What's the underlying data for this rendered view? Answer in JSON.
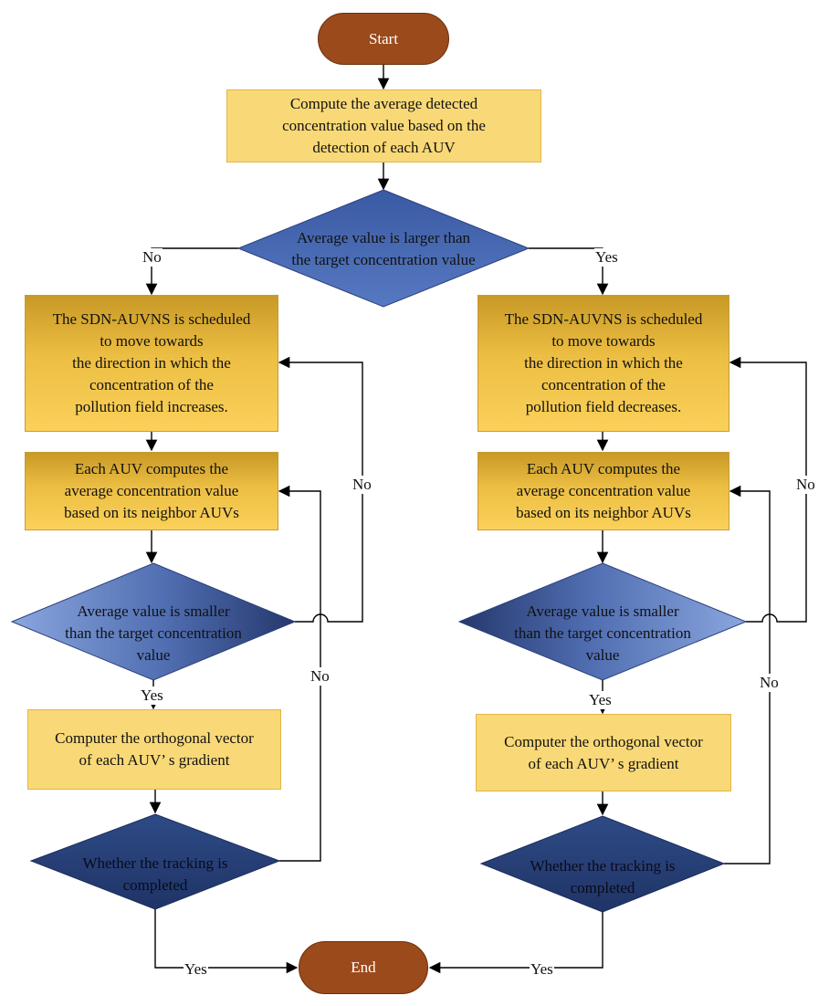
{
  "nodes": {
    "start": "Start",
    "compute_avg": "Compute the average detected\nconcentration value based on the\ndetection of each AUV",
    "decision_top": "Average value is larger than\nthe target concentration value",
    "left_schedule": "The SDN-AUVNS is scheduled\nto move towards\nthe direction in which the\nconcentration of the\npollution field increases.",
    "right_schedule": "The SDN-AUVNS is scheduled\nto move towards\nthe direction in which the\nconcentration of the\npollution field decreases.",
    "left_each_auv": "Each AUV computes the\naverage concentration value\nbased on its neighbor AUVs",
    "right_each_auv": "Each AUV computes the\naverage concentration value\nbased on its neighbor AUVs",
    "left_smaller": "Average value is smaller\nthan the target concentration\nvalue",
    "right_smaller": "Average value is smaller\nthan the target concentration\nvalue",
    "left_orthogonal": "Computer the  orthogonal vector\nof each AUV’  s gradient",
    "right_orthogonal": "Computer the  orthogonal vector\nof each AUV’  s gradient",
    "left_tracking": "Whether the tracking is\ncompleted",
    "right_tracking": "Whether the tracking is\ncompleted",
    "end": "End"
  },
  "labels": {
    "top_no": "No",
    "top_yes": "Yes",
    "left_no_upper": "No",
    "left_no_lower": "No",
    "left_yes_mid": "Yes",
    "left_yes_bottom": "Yes",
    "right_no_upper": "No",
    "right_no_lower": "No",
    "right_yes_mid": "Yes",
    "right_yes_bottom": "Yes"
  },
  "colors": {
    "terminal": "#9b4a1c",
    "light_rect": "#f9d977",
    "gradient_rect": "#e8b83c",
    "diamond_dark": "#26386d",
    "diamond_mid": "#4a6aaf",
    "diamond_light": "#8aa6de"
  }
}
